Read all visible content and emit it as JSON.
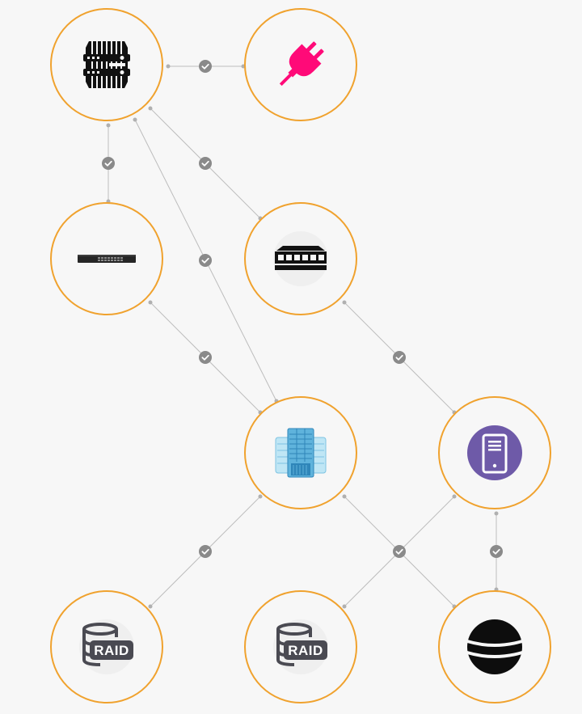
{
  "diagram": {
    "colors": {
      "node_border": "#f0a22e",
      "edge": "#bdbdbd",
      "port": "#b0b0b0",
      "check_badge": "#8a8a8a",
      "background": "#f7f7f7"
    },
    "nodes": [
      {
        "id": "router",
        "icon": "router-icon"
      },
      {
        "id": "power",
        "icon": "power-plug-icon"
      },
      {
        "id": "switch",
        "icon": "network-switch-icon"
      },
      {
        "id": "hub",
        "icon": "ethernet-hub-icon"
      },
      {
        "id": "datacenter",
        "icon": "datacenter-server-icon"
      },
      {
        "id": "workstation",
        "icon": "pc-tower-icon"
      },
      {
        "id": "raid1",
        "icon": "raid-storage-icon",
        "label": "RAID"
      },
      {
        "id": "raid2",
        "icon": "raid-storage-icon",
        "label": "RAID"
      },
      {
        "id": "globe",
        "icon": "database-sphere-icon"
      }
    ],
    "edges": [
      {
        "from": "router",
        "to": "power",
        "status": "ok"
      },
      {
        "from": "router",
        "to": "switch",
        "status": "ok"
      },
      {
        "from": "router",
        "to": "hub",
        "status": "ok"
      },
      {
        "from": "router",
        "to": "datacenter",
        "status": "ok"
      },
      {
        "from": "switch",
        "to": "datacenter",
        "status": "ok"
      },
      {
        "from": "hub",
        "to": "workstation",
        "status": "ok"
      },
      {
        "from": "datacenter",
        "to": "raid1",
        "status": "ok"
      },
      {
        "from": "datacenter",
        "to": "globe",
        "status": "ok"
      },
      {
        "from": "workstation",
        "to": "raid2",
        "status": "ok"
      },
      {
        "from": "workstation",
        "to": "globe",
        "status": "ok"
      }
    ]
  }
}
